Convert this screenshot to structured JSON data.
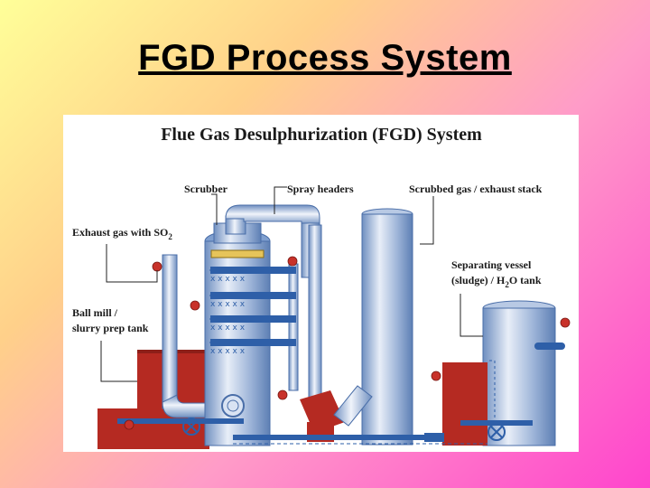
{
  "slide": {
    "title": "FGD Process System"
  },
  "figure": {
    "title": "Flue Gas Desulphurization (FGD) System",
    "labels": {
      "scrubber": "Scrubber",
      "spray_headers": "Spray headers",
      "exhaust_stack": "Scrubbed gas / exhaust stack",
      "exhaust_in_a": "Exhaust gas with SO",
      "exhaust_in_sub": "2",
      "ball_mill_1": "Ball mill /",
      "ball_mill_2": "slurry prep tank",
      "separating_1": "Separating vessel",
      "separating_2a": "(sludge) / H",
      "separating_sub": "2",
      "separating_2b": "O tank"
    },
    "colors": {
      "tank_blue": "#8aa6cf",
      "equipment_red": "#b52a22",
      "pipe_blue": "#2e5fa8"
    }
  }
}
